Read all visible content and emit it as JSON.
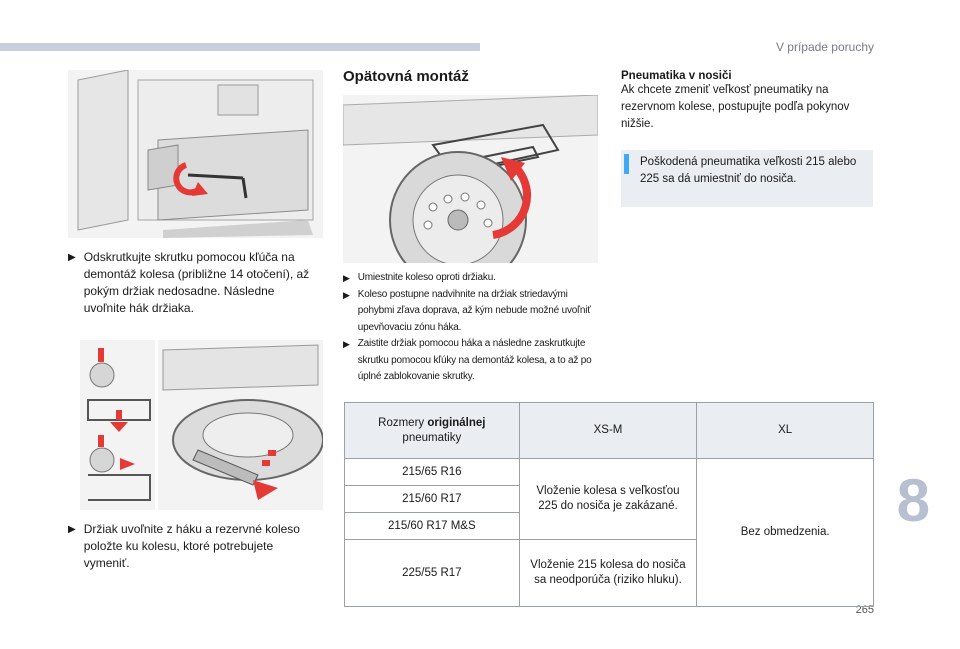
{
  "header": {
    "section_title": "V prípade poruchy"
  },
  "chapter": {
    "number": "8"
  },
  "footer": {
    "page_number": "265"
  },
  "left": {
    "step1_text": "Odskrutkujte skrutku pomocou kľúča na demontáž kolesa (približne 14 otočení), až pokým držiak nedosadne. Následne uvoľnite hák držiaka.",
    "step2_text": "Držiak uvoľnite z háku a rezervné koleso položte ku kolesu, ktoré potrebujete vymeniť."
  },
  "middle": {
    "heading": "Opätovná montáž",
    "steps": [
      "Umiestnite koleso oproti držiaku.",
      "Koleso postupne nadvihnite na držiak striedavými pohybmi zľava doprava, až kým nebude možné uvoľniť upevňovaciu zónu háka.",
      "Zaistite držiak pomocou háka a následne zaskrutkujte skrutku pomocou kľúky na demontáž kolesa, a to až po úplné zablokovanie skrutky."
    ]
  },
  "right": {
    "note_title": "Pneumatika v nosiči",
    "note_body": "Ak chcete zmeniť veľkosť pneumatiky na rezervnom kolese, postupujte podľa pokynov nižšie.",
    "info_text": "Poškodená pneumatika veľkosti 215 alebo 225 sa dá umiestniť do nosiča."
  },
  "table": {
    "header_prefix": "Rozmery ",
    "header_bold": "originálnej",
    "header_suffix": "pneumatiky",
    "col_xsm": "XS-M",
    "col_xl": "XL",
    "rows": [
      "215/65 R16",
      "215/60 R17",
      "215/60 R17 M&S",
      "225/55 R17"
    ],
    "xsm_group1": "Vloženie kolesa s veľkosťou 225 do nosiča je zakázané.",
    "xsm_group2": "Vloženie 215 kolesa do nosiča sa neodporúča (riziko hluku).",
    "xl_all": "Bez obmedzenia."
  },
  "bullet_glyph": "",
  "colors": {
    "accent_bar": "#c8d0df",
    "chapter": "#b7bfd0",
    "info": "#3fa9f5",
    "arrow": "#e53935"
  }
}
